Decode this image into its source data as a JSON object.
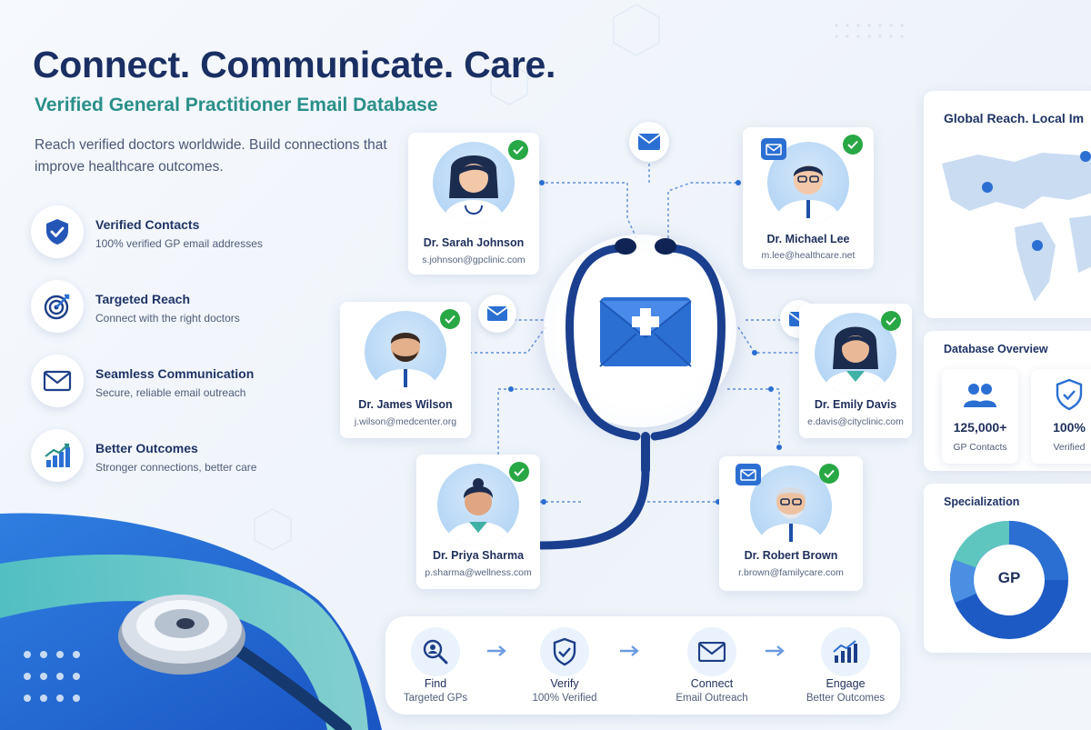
{
  "hero": {
    "title": "Connect. Communicate. Care.",
    "subtitle": "Verified General Practitioner Email Database",
    "description": "Reach verified doctors worldwide. Build connections that improve healthcare outcomes."
  },
  "features": [
    {
      "title": "Verified Contacts",
      "desc": "100% verified GP email addresses",
      "icon": "shield-check-icon"
    },
    {
      "title": "Targeted Reach",
      "desc": "Connect with the right doctors",
      "icon": "target-icon"
    },
    {
      "title": "Seamless Communication",
      "desc": "Secure, reliable email outreach",
      "icon": "envelope-icon"
    },
    {
      "title": "Better Outcomes",
      "desc": "Stronger connections, better care",
      "icon": "growth-chart-icon"
    }
  ],
  "doctors": [
    {
      "name": "Dr. Sarah Johnson",
      "email": "s.johnson@gpclinic.com"
    },
    {
      "name": "Dr. Michael Lee",
      "email": "m.lee@healthcare.net"
    },
    {
      "name": "Dr. James Wilson",
      "email": "j.wilson@medcenter.org"
    },
    {
      "name": "Dr. Emily Davis",
      "email": "e.davis@cityclinic.com"
    },
    {
      "name": "Dr. Priya Sharma",
      "email": "p.sharma@wellness.com"
    },
    {
      "name": "Dr. Robert Brown",
      "email": "r.brown@familycare.com"
    }
  ],
  "panels": {
    "global_title": "Global Reach. Local Im",
    "overview_title": "Database Overview",
    "stats": [
      {
        "value": "125,000+",
        "label": "GP Contacts",
        "icon": "users-icon"
      },
      {
        "value": "100%",
        "label": "Verified",
        "icon": "shield-check-icon"
      }
    ],
    "specialization_title": "Specialization",
    "donut_center": "GP"
  },
  "workflow": [
    {
      "title": "Find",
      "desc": "Targeted GPs",
      "icon": "search-person-icon"
    },
    {
      "title": "Verify",
      "desc": "100% Verified",
      "icon": "shield-check-icon"
    },
    {
      "title": "Connect",
      "desc": "Email Outreach",
      "icon": "envelope-icon"
    },
    {
      "title": "Engage",
      "desc": "Better Outcomes",
      "icon": "growth-chart-icon"
    }
  ],
  "colors": {
    "navy": "#1a2f63",
    "teal": "#2a8f8a",
    "blue": "#2b6fd3",
    "verified_green": "#28a745"
  }
}
